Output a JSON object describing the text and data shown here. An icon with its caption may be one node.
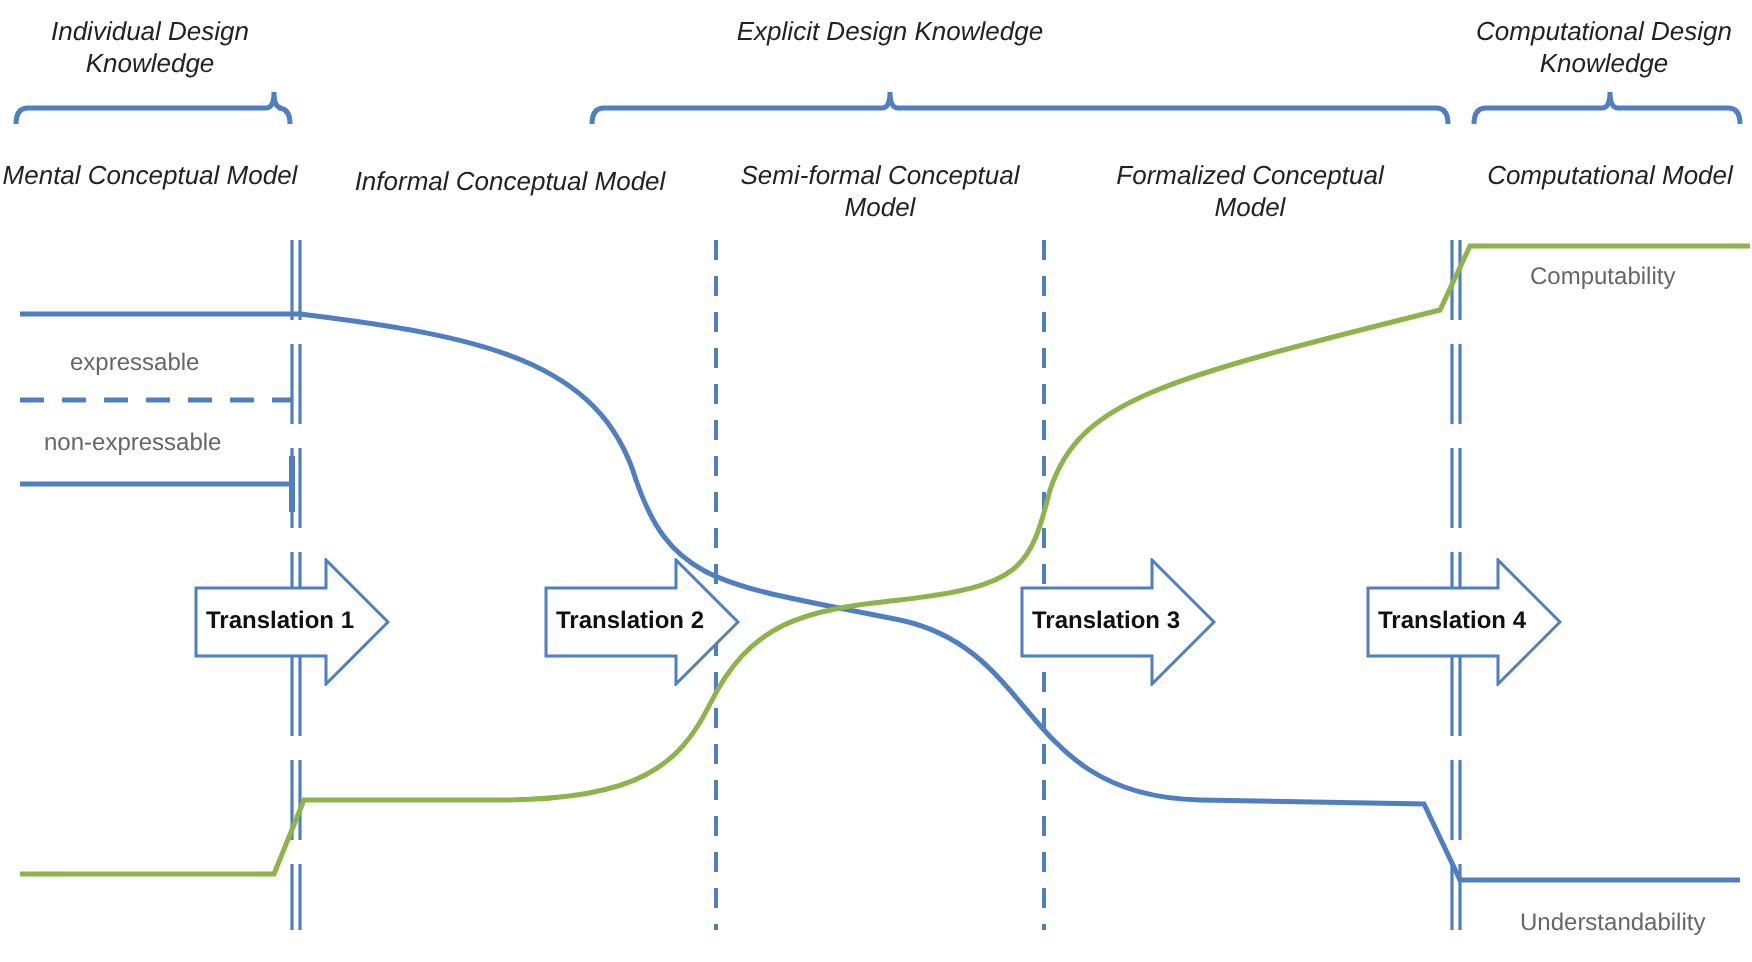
{
  "diagram": {
    "nodes": [
      {
        "text": [
          "Translation 1"
        ]
      },
      {
        "text": [
          "Translation 2"
        ]
      },
      {
        "text": [
          "Translation 3"
        ]
      },
      {
        "text": [
          "Translation 4"
        ]
      }
    ],
    "labels": [
      "Individual Design Knowledge",
      "Explicit Design Knowledge",
      "Computational Design Knowledge",
      "Mental Conceptual Model",
      "Informal Conceptual Model",
      "Semi-formal Conceptual Model",
      "Formalized Conceptual Model",
      "Computational Model",
      "Computability",
      "Understandability"
    ],
    "legend": [
      {
        "text": "expressable"
      },
      {
        "text": "non-expressable"
      }
    ]
  }
}
